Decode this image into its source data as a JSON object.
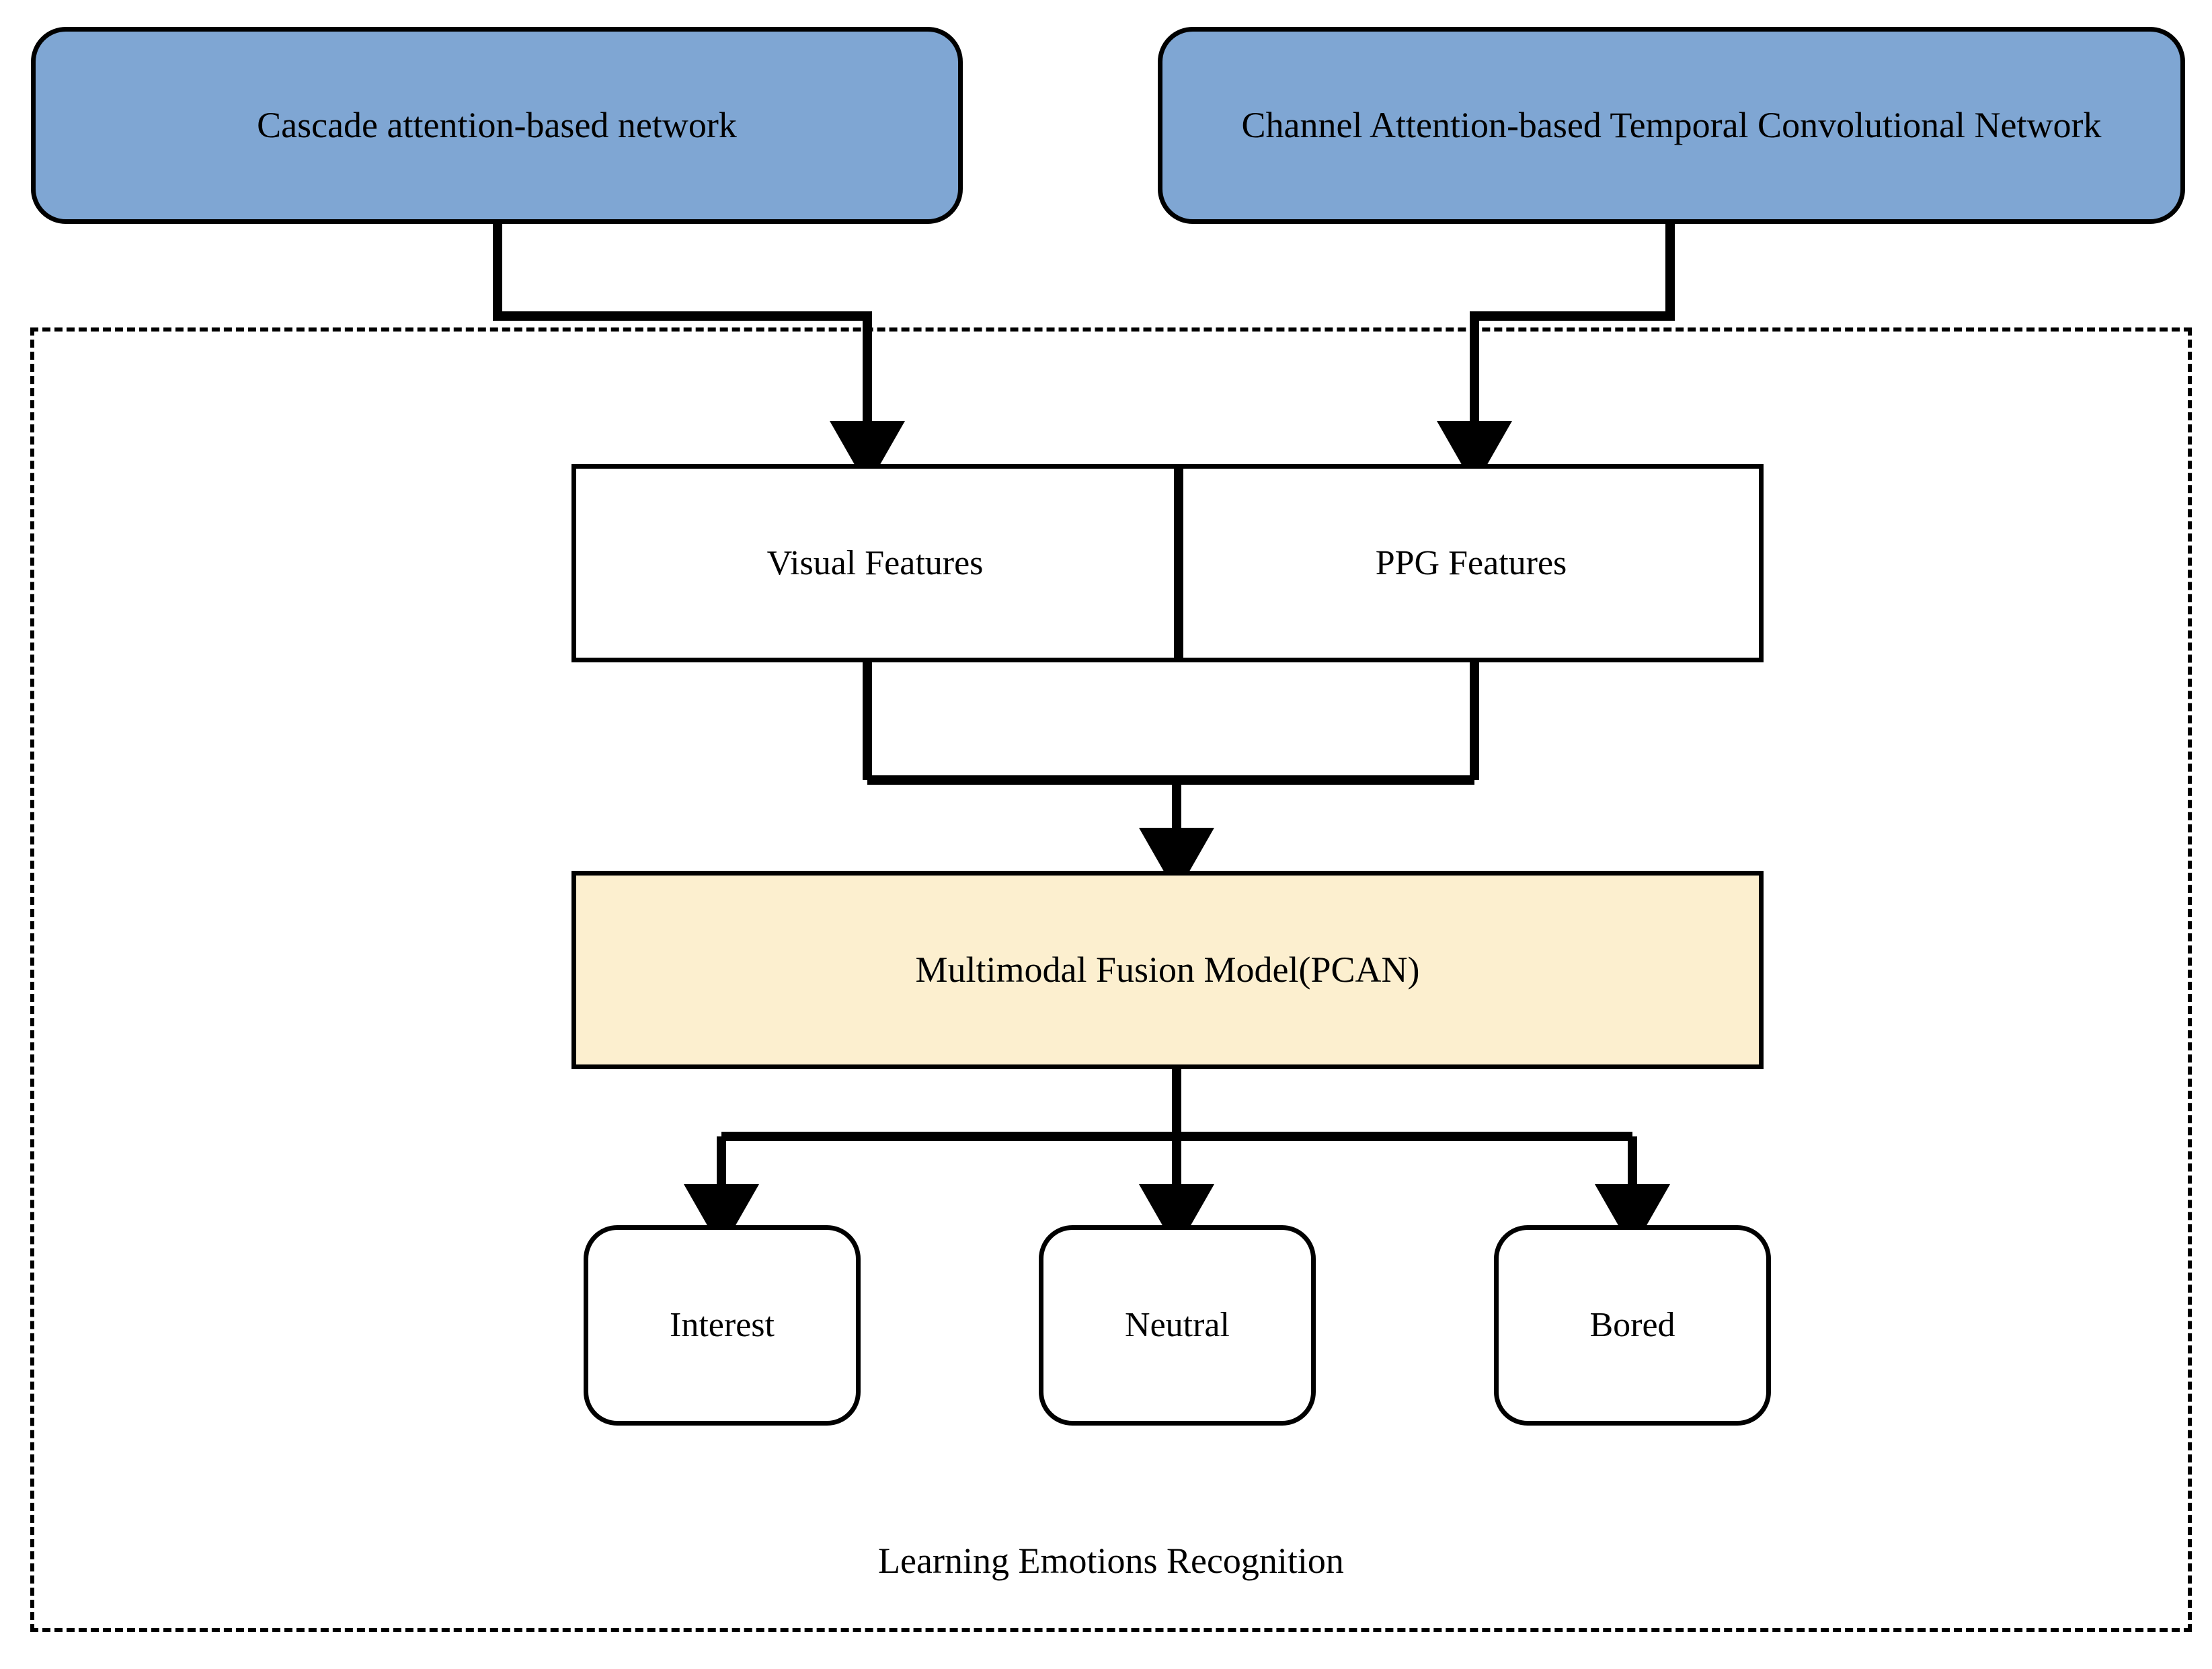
{
  "diagram": {
    "title": "Learning Emotions Recognition Pipeline",
    "colors": {
      "source_fill": "#7FA6D3",
      "fusion_fill": "#FCEFCF",
      "stroke": "#000000",
      "page_background": "#FFFFFF"
    },
    "sources": [
      {
        "id": "cascade",
        "label": "Cascade attention-based network"
      },
      {
        "id": "catcn",
        "label": "Channel Attention-based Temporal Convolutional Network"
      }
    ],
    "features": [
      {
        "id": "visual",
        "label": "Visual Features"
      },
      {
        "id": "ppg",
        "label": "PPG Features"
      }
    ],
    "fusion": {
      "id": "pcan",
      "label": "Multimodal Fusion Model(PCAN)"
    },
    "emotions": [
      {
        "id": "interest",
        "label": "Interest"
      },
      {
        "id": "neutral",
        "label": "Neutral"
      },
      {
        "id": "bored",
        "label": "Bored"
      }
    ],
    "container": {
      "caption": "Learning Emotions Recognition",
      "border_style": "dash-dot"
    }
  }
}
